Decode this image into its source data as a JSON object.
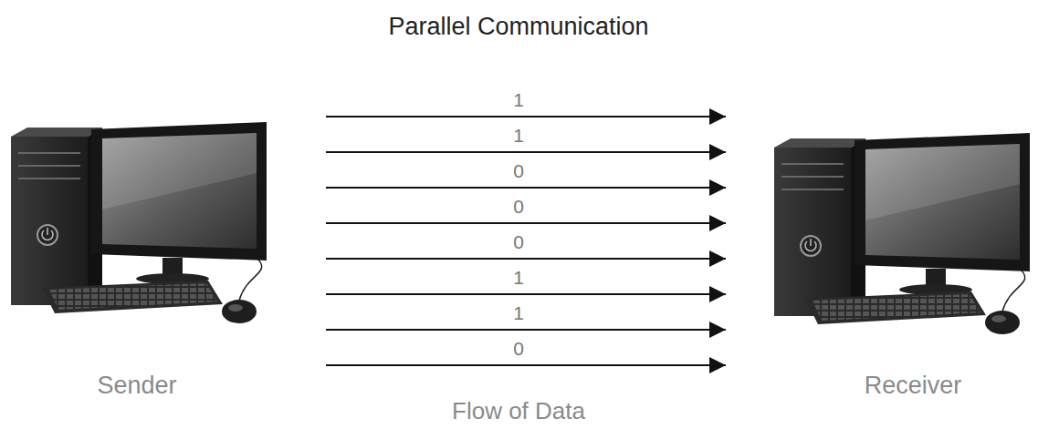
{
  "diagram": {
    "title": "Parallel Communication",
    "nodes": [
      {
        "text": [
          "Sender"
        ]
      },
      {
        "text": [
          "Receiver"
        ]
      }
    ],
    "edges": [
      {
        "from": 0,
        "to": 1,
        "label": "1",
        "arrow": "to"
      },
      {
        "from": 0,
        "to": 1,
        "label": "1",
        "arrow": "to"
      },
      {
        "from": 0,
        "to": 1,
        "label": "0",
        "arrow": "to"
      },
      {
        "from": 0,
        "to": 1,
        "label": "0",
        "arrow": "to"
      },
      {
        "from": 0,
        "to": 1,
        "label": "0",
        "arrow": "to"
      },
      {
        "from": 0,
        "to": 1,
        "label": "1",
        "arrow": "to"
      },
      {
        "from": 0,
        "to": 1,
        "label": "1",
        "arrow": "to"
      },
      {
        "from": 0,
        "to": 1,
        "label": "0",
        "arrow": "to"
      }
    ],
    "labels": [
      "Flow of Data"
    ]
  }
}
